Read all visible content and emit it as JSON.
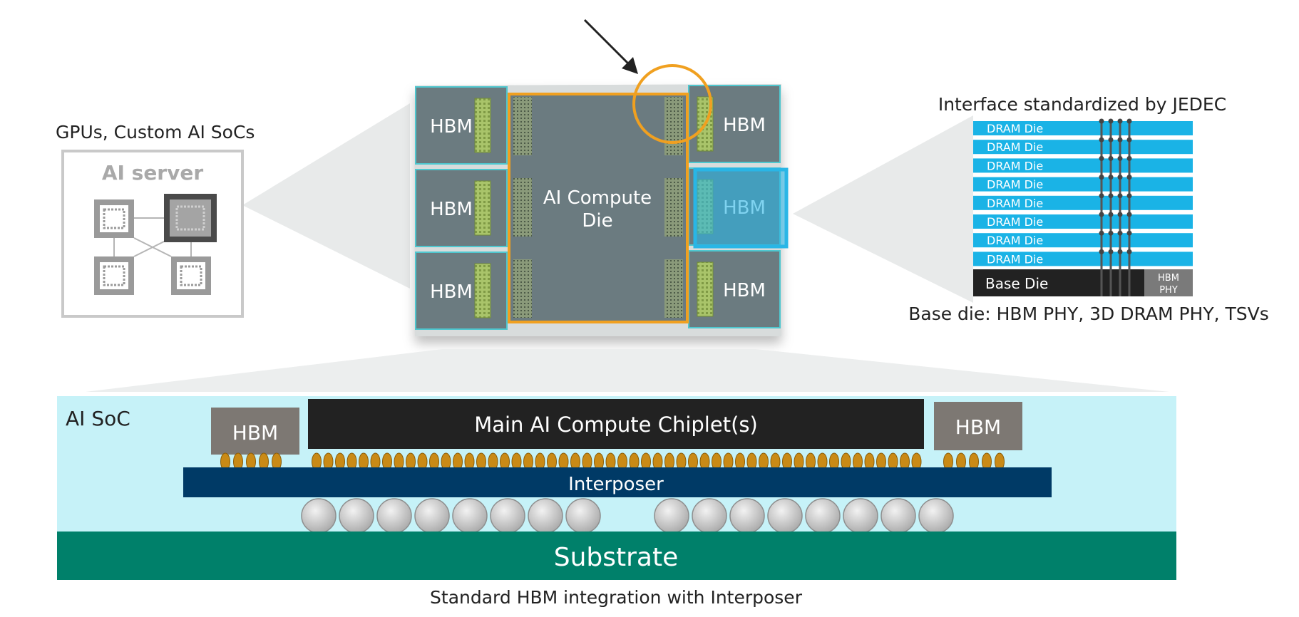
{
  "server_panel": {
    "caption": "GPUs, Custom AI SoCs",
    "title": "AI server"
  },
  "package_top_view": {
    "hbm_label": "HBM",
    "compute_die_line1": "AI Compute",
    "compute_die_line2": "Die"
  },
  "hbm_stack_panel": {
    "caption_top": "Interface standardized by JEDEC",
    "dram_die_label": "DRAM Die",
    "dram_die_count": 8,
    "base_die_label": "Base Die",
    "phy_line1": "HBM",
    "phy_line2": "PHY",
    "caption_bottom": "Base die: HBM PHY, 3D DRAM PHY, TSVs"
  },
  "cross_section": {
    "region_label": "AI SoC",
    "hbm_label": "HBM",
    "chiplet_label": "Main AI Compute Chiplet(s)",
    "interposer_label": "Interposer",
    "substrate_label": "Substrate",
    "caption": "Standard HBM integration with Interposer"
  },
  "colors": {
    "die_gray": "#6b7b80",
    "hbm_outline": "#4fc7cf",
    "compute_outline": "#f0a020",
    "highlight_cyan": "#29b6e6",
    "dram_blue": "#1ab3e6",
    "soc_bg": "#c6f2f8",
    "chiplet_black": "#222222",
    "interposer_navy": "#003a66",
    "substrate_green": "#00806a",
    "bump_orange": "#c98a16"
  }
}
